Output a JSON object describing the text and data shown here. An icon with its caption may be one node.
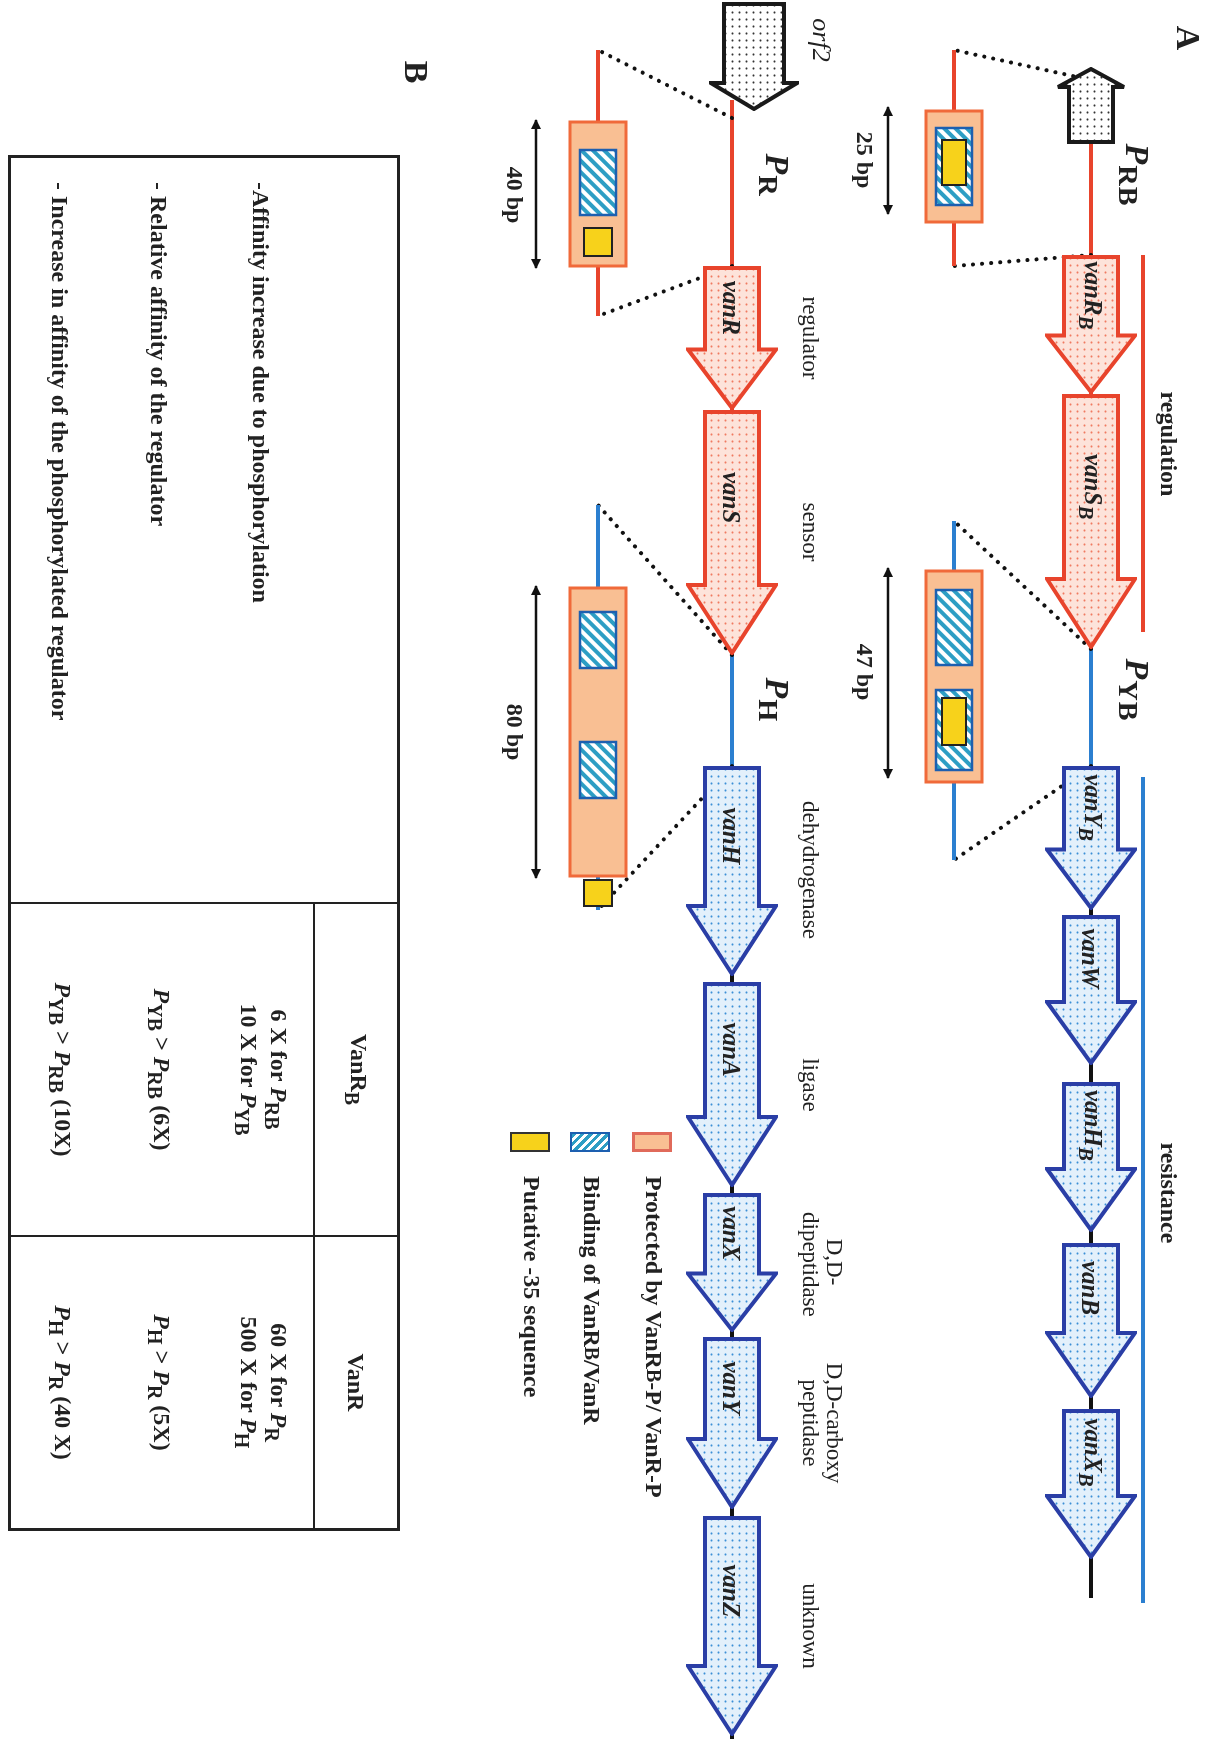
{
  "diagram": {
    "nodes": [
      {
        "text": [],
        "shape": "arrow"
      },
      {
        "text": [
          "vanR$_{B}$"
        ]
      },
      {
        "text": [
          "vanS$_{B}$"
        ]
      },
      {
        "text": [
          "vanY$_{B}$"
        ]
      },
      {
        "text": [
          "vanW"
        ]
      },
      {
        "text": [
          "vanH$_{B}$"
        ]
      },
      {
        "text": [
          "vanB"
        ]
      },
      {
        "text": [
          "vanX$_{B}$"
        ]
      },
      {
        "text": [],
        "shape": "arrow",
        "beside": [
          "*orf2*"
        ]
      },
      {
        "text": [
          "vanR"
        ],
        "beside": [
          "regulator"
        ]
      },
      {
        "text": [
          "vanS"
        ],
        "beside": [
          "sensor"
        ]
      },
      {
        "text": [
          "vanH"
        ],
        "beside": [
          "dehydrogenase"
        ]
      },
      {
        "text": [
          "vanA"
        ],
        "beside": [
          "ligase"
        ]
      },
      {
        "text": [
          "vanX"
        ],
        "beside": [
          "D,D- dipeptidase"
        ]
      },
      {
        "text": [
          "vanY"
        ],
        "beside": [
          "D,D-carboxy peptidase"
        ]
      },
      {
        "text": [
          "vanZ"
        ],
        "beside": [
          "unknown"
        ]
      }
    ],
    "labels": [
      "A",
      "regulation",
      "resistance",
      "*P*$_{RB}$",
      "*P*$_{YB}$",
      "25 bp",
      "47 bp",
      "*P*$_{R}$",
      "*P*$_{H}$",
      "40 bp",
      "80 bp",
      "B",
      "VanR$_{B}$",
      "VanR",
      "-Affinity increase due to phosphorylation",
      "6 X for *P*$_{RB}$ 10 X for *P*$_{YB}$",
      "60 X for *P*$_{R}$ 500 X for *P*$_{H}$",
      "- Relative affinity of the regulator",
      "*P*$_{YB}$ > *P*$_{RB}$ (6X)",
      "*P*$_{H}$ > *P*$_{R}$ (5X)",
      "- Increase in affinity of the phosphorylated regulator",
      "*P*$_{YB}$ > *P*$_{RB}$ (10X)",
      "*P*$_{H}$ > *P*$_{R}$ (40 X)"
    ],
    "legend": [
      {
        "text": "Protected by VanR$_{B}$-P/ VanR-P",
        "color": "#f9bf93"
      },
      {
        "text": "Binding of VanR$_{B}$/VanR"
      },
      {
        "text": "Putative -35 sequence",
        "color": "#f7d21b"
      }
    ]
  }
}
